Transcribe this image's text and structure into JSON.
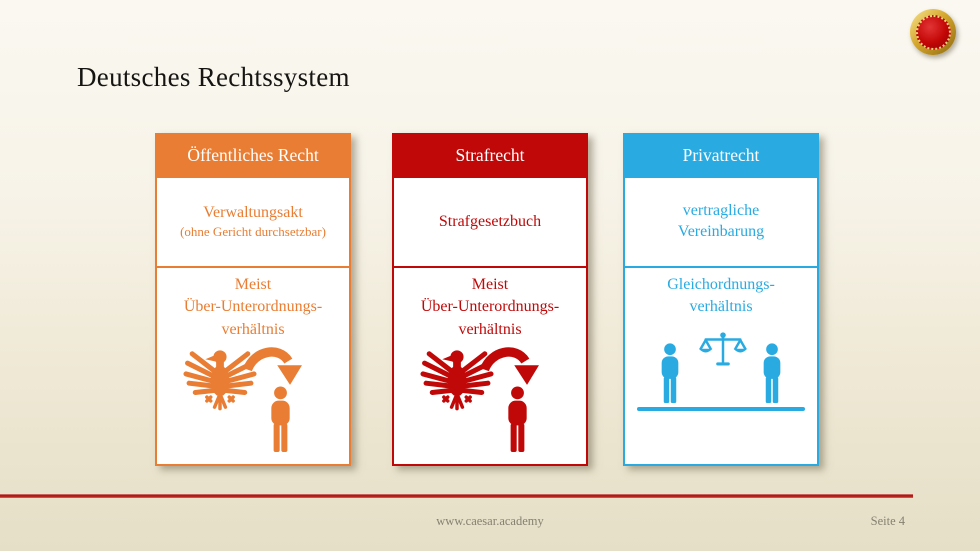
{
  "slide": {
    "title": "Deutsches Rechtssystem",
    "logo": {
      "name": "caesar-academy-seal",
      "ring_color": "#D4A62C",
      "center_color": "#C40707"
    },
    "columns": [
      {
        "header": "Öffentliches Recht",
        "color": "#E87D33",
        "box1_title": "Verwaltungsakt",
        "box1_subtitle": "(ohne Gericht durchsetzbar)",
        "box2_title": "Meist\nÜber-Unterordnungs-\nverhältnis",
        "icon": "eagle-arrow-person"
      },
      {
        "header": "Strafrecht",
        "color": "#C00808",
        "box1_title": "Strafgesetzbuch",
        "box1_subtitle": "",
        "box2_title": "Meist\nÜber-Unterordnungs-\nverhältnis",
        "icon": "eagle-arrow-person"
      },
      {
        "header": "Privatrecht",
        "color": "#29ABE2",
        "box1_title": "vertragliche\nVereinbarung",
        "box1_subtitle": "",
        "box2_title": "Gleichordnungs-\nverhältnis",
        "icon": "two-people-with-scales"
      }
    ],
    "footer": {
      "website": "www.caesar.academy",
      "page_label": "Seite 4",
      "line_color": "#A31212"
    }
  }
}
